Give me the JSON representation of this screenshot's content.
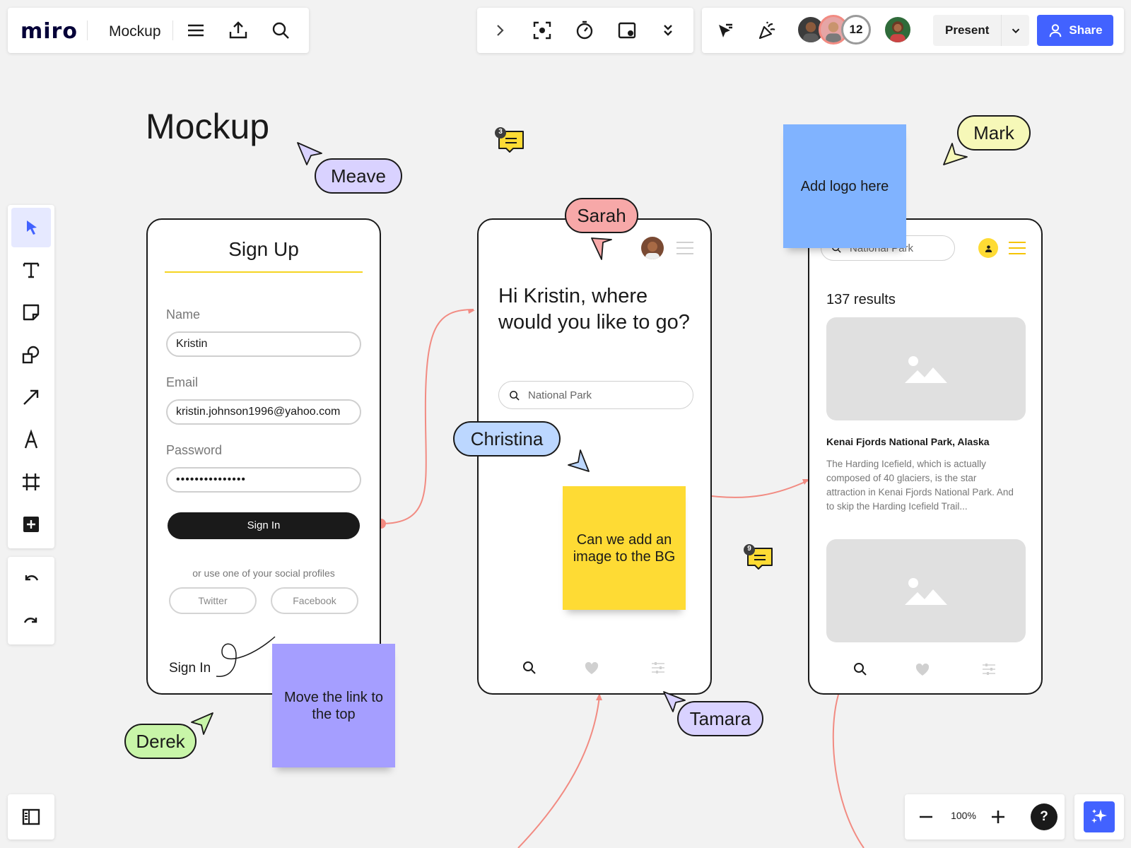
{
  "toolbar": {
    "logo": "miro",
    "board_name": "Mockup",
    "collaborators_count": "12",
    "present_label": "Present",
    "share_label": "Share"
  },
  "zoom": {
    "level": "100%",
    "help": "?"
  },
  "canvas": {
    "title": "Mockup",
    "phone1": {
      "heading": "Sign Up",
      "name_label": "Name",
      "name_value": "Kristin",
      "email_label": "Email",
      "email_value": "kristin.johnson1996@yahoo.com",
      "password_label": "Password",
      "password_value": "•••••••••••••••",
      "signin_button": "Sign In",
      "social_text": "or use one of your social profiles",
      "twitter": "Twitter",
      "facebook": "Facebook",
      "signin_link": "Sign In"
    },
    "phone2": {
      "greeting": "Hi Kristin, where would you like to go?",
      "search_placeholder": "National Park"
    },
    "phone3": {
      "search_placeholder": "National Park",
      "results": "137 results",
      "card_title": "Kenai Fjords National Park, Alaska",
      "card_desc": "The Harding Icefield, which is actually composed of 40 glaciers, is the star attraction in Kenai Fjords National Park. And to skip the Harding Icefield Trail..."
    },
    "stickies": {
      "blue": "Add logo here",
      "yellow": "Can we add an image to the BG",
      "purple": "Move the link to the top"
    },
    "cursors": {
      "meave": "Meave",
      "sarah": "Sarah",
      "mark": "Mark",
      "christina": "Christina",
      "tamara": "Tamara",
      "derek": "Derek"
    },
    "comments": {
      "first_count": "3",
      "second_count": "9"
    }
  },
  "colors": {
    "accent": "#4262ff",
    "sticky_blue": "#80b3ff",
    "sticky_yellow": "#fedb34",
    "sticky_purple": "#a59eff",
    "connector": "#f28b82"
  }
}
